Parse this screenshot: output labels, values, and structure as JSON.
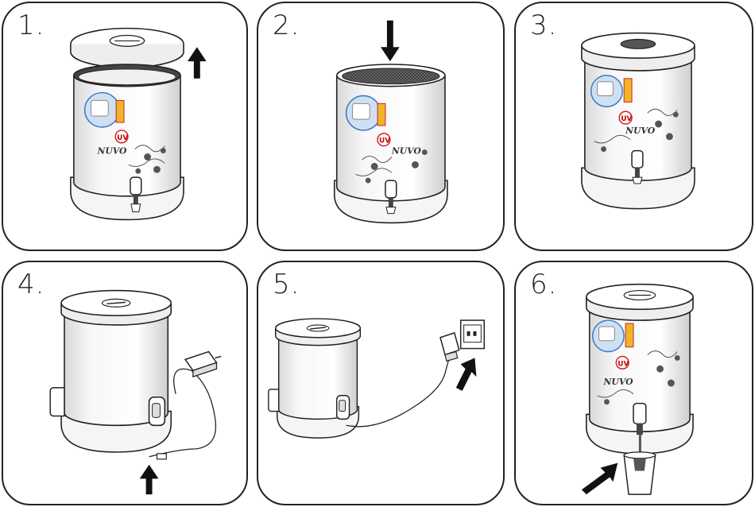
{
  "steps": [
    {
      "number": "1."
    },
    {
      "number": "2."
    },
    {
      "number": "3."
    },
    {
      "number": "4."
    },
    {
      "number": "5."
    },
    {
      "number": "6."
    }
  ],
  "product": {
    "brand": "NUVO",
    "uv_badge": "UV"
  },
  "colors": {
    "outline": "#222222",
    "body_light": "#f4f4f4",
    "mesh": "#555555",
    "arrow": "#111111",
    "badge_red": "#cc2222",
    "badge_blue": "#3a78c4"
  },
  "icons": [
    "arrow-up-icon",
    "arrow-down-icon",
    "arrow-diagonal-icon",
    "plug-icon",
    "outlet-icon",
    "cup-icon"
  ]
}
